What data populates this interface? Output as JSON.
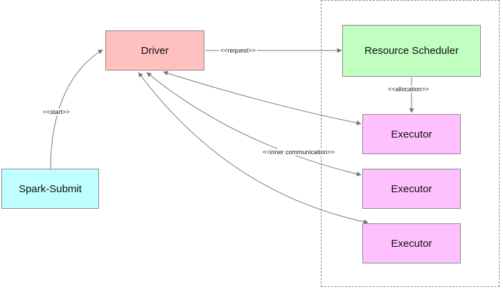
{
  "nodes": {
    "driver": {
      "label": "Driver",
      "color": "#ffc0c0"
    },
    "scheduler": {
      "label": "Resource Scheduler",
      "color": "#c0ffc0"
    },
    "executor1": {
      "label": "Executor",
      "color": "#ffc0ff"
    },
    "executor2": {
      "label": "Executor",
      "color": "#ffc0ff"
    },
    "executor3": {
      "label": "Executor",
      "color": "#ffc0ff"
    },
    "submit": {
      "label": "Spark-Submit",
      "color": "#c0ffff"
    }
  },
  "edges": {
    "request": "<<request>>",
    "start": "<<start>>",
    "allocation": "<<allocation>>",
    "inner": "<<inner communication>>"
  },
  "colors": {
    "edge": "#777777",
    "cluster_border": "#888888"
  }
}
